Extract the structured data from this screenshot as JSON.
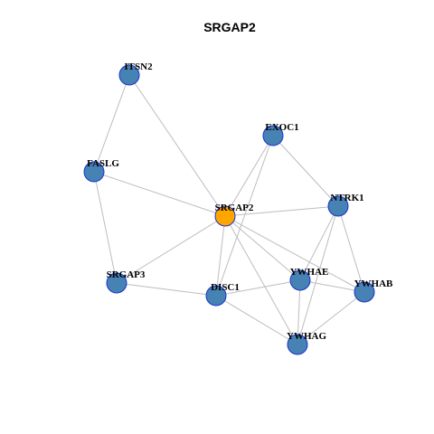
{
  "title": "SRGAP2",
  "colors": {
    "default_node": "#4682b4",
    "highlight_node": "#ffa500",
    "node_border": "#1a33cc",
    "edge": "#bdbdbd"
  },
  "nodes": [
    {
      "id": "ITSN2",
      "label": "ITSN2"
    },
    {
      "id": "EXOC1",
      "label": "EXOC1"
    },
    {
      "id": "FASLG",
      "label": "FASLG"
    },
    {
      "id": "SRGAP2",
      "label": "SRGAP2",
      "highlight": true
    },
    {
      "id": "NTRK1",
      "label": "NTRK1"
    },
    {
      "id": "SRGAP3",
      "label": "SRGAP3"
    },
    {
      "id": "DISC1",
      "label": "DISC1"
    },
    {
      "id": "YWHAE",
      "label": "YWHAE"
    },
    {
      "id": "YWHAB",
      "label": "YWHAB"
    },
    {
      "id": "YWHAG",
      "label": "YWHAG"
    }
  ],
  "edges": [
    [
      "ITSN2",
      "FASLG"
    ],
    [
      "ITSN2",
      "SRGAP2"
    ],
    [
      "FASLG",
      "SRGAP2"
    ],
    [
      "FASLG",
      "SRGAP3"
    ],
    [
      "SRGAP2",
      "SRGAP3"
    ],
    [
      "SRGAP2",
      "NTRK1"
    ],
    [
      "SRGAP2",
      "DISC1"
    ],
    [
      "SRGAP2",
      "YWHAE"
    ],
    [
      "SRGAP2",
      "YWHAB"
    ],
    [
      "SRGAP2",
      "YWHAG"
    ],
    [
      "EXOC1",
      "SRGAP2"
    ],
    [
      "EXOC1",
      "NTRK1"
    ],
    [
      "EXOC1",
      "DISC1"
    ],
    [
      "NTRK1",
      "YWHAE"
    ],
    [
      "NTRK1",
      "YWHAB"
    ],
    [
      "NTRK1",
      "YWHAG"
    ],
    [
      "SRGAP3",
      "DISC1"
    ],
    [
      "DISC1",
      "YWHAE"
    ],
    [
      "DISC1",
      "YWHAG"
    ],
    [
      "YWHAE",
      "YWHAB"
    ],
    [
      "YWHAE",
      "YWHAG"
    ],
    [
      "YWHAB",
      "YWHAG"
    ]
  ]
}
